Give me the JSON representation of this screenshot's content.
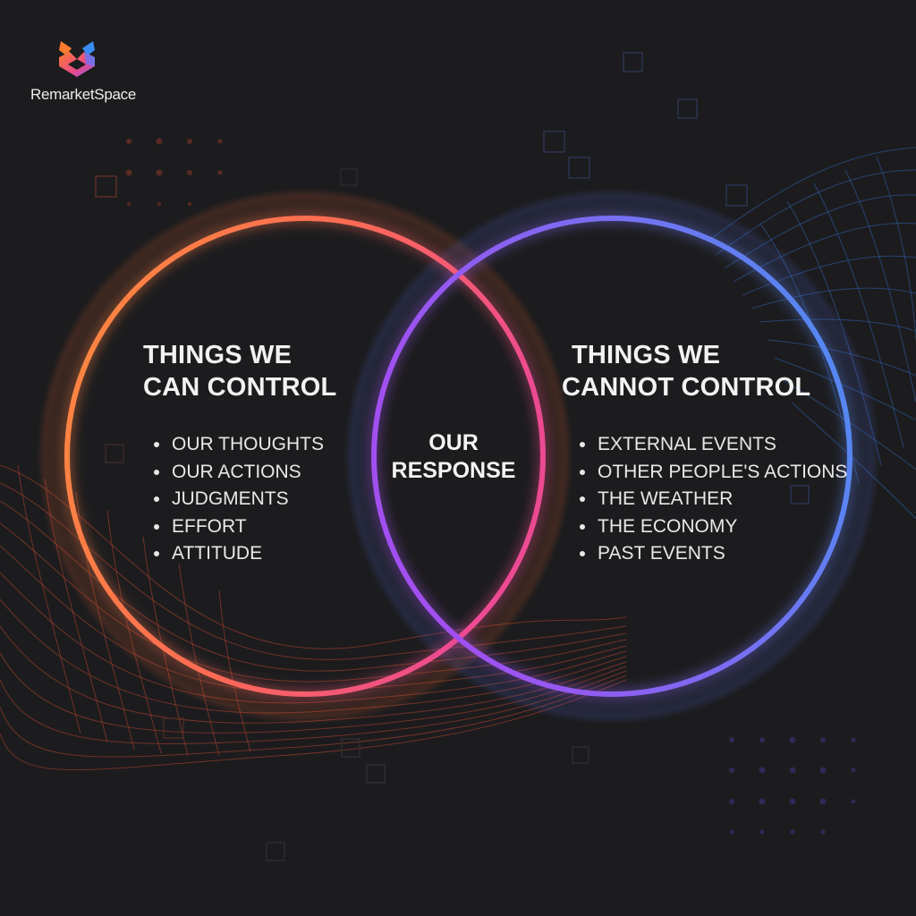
{
  "brand": {
    "name": "RemarketSpace",
    "logo_icon": "interlocking-ribbon-logo-icon",
    "colors": {
      "orange": "#ff7a3d",
      "pink": "#e8448f",
      "purple": "#8b5cf6",
      "blue": "#4a90f0"
    }
  },
  "diagram": {
    "type": "venn",
    "background": "#1c1c1e",
    "left_circle": {
      "title_line1": "THINGS WE",
      "title_line2": "CAN CONTROL",
      "color_start": "#ff8a3d",
      "color_end": "#f0508a",
      "items": [
        "OUR THOUGHTS",
        "OUR ACTIONS",
        "JUDGMENTS",
        "EFFORT",
        "ATTITUDE"
      ]
    },
    "intersection": {
      "line1": "OUR",
      "line2": "RESPONSE"
    },
    "right_circle": {
      "title_line1": "THINGS WE",
      "title_line2": "CANNOT CONTROL",
      "color_start": "#9b5cf0",
      "color_end": "#4a8ff0",
      "items": [
        "EXTERNAL EVENTS",
        "OTHER PEOPLE'S ACTIONS",
        "THE WEATHER",
        "THE ECONOMY",
        "PAST EVENTS"
      ]
    }
  }
}
